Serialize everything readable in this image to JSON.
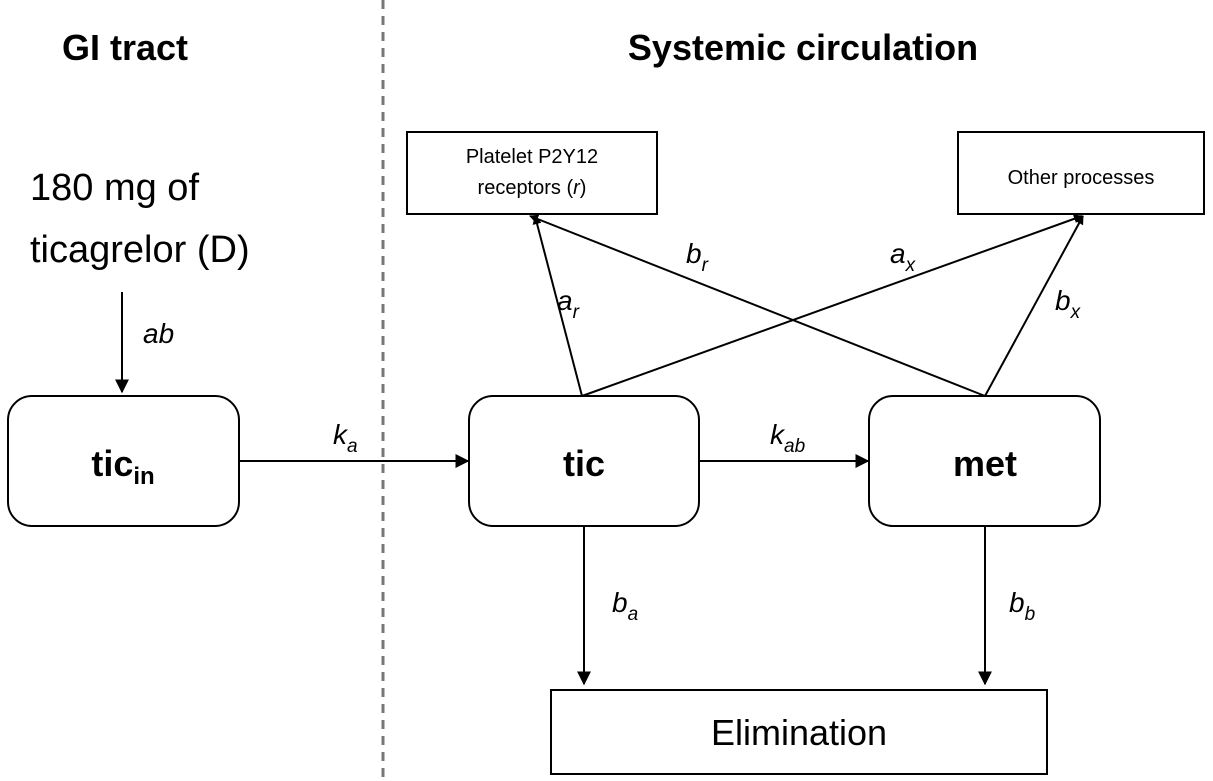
{
  "sections": {
    "left_title": "GI tract",
    "right_title": "Systemic circulation"
  },
  "dose": {
    "line1": "180 mg of",
    "line2": "ticagrelor (D)"
  },
  "compartments": {
    "tic_in": {
      "main": "tic",
      "sub": "in"
    },
    "tic": {
      "label": "tic"
    },
    "met": {
      "label": "met"
    }
  },
  "targets": {
    "platelet_line1": "Platelet P2Y12",
    "platelet_line2_prefix": "receptors (",
    "platelet_line2_var": "r",
    "platelet_line2_suffix": ")",
    "other": "Other processes",
    "elimination": "Elimination"
  },
  "parameters": {
    "ab": "ab",
    "ka": {
      "main": "k",
      "sub": "a"
    },
    "kab": {
      "main": "k",
      "sub": "ab"
    },
    "ar": {
      "main": "a",
      "sub": "r"
    },
    "br": {
      "main": "b",
      "sub": "r"
    },
    "ax": {
      "main": "a",
      "sub": "x"
    },
    "bx": {
      "main": "b",
      "sub": "x"
    },
    "ba": {
      "main": "b",
      "sub": "a"
    },
    "bb": {
      "main": "b",
      "sub": "b"
    }
  }
}
